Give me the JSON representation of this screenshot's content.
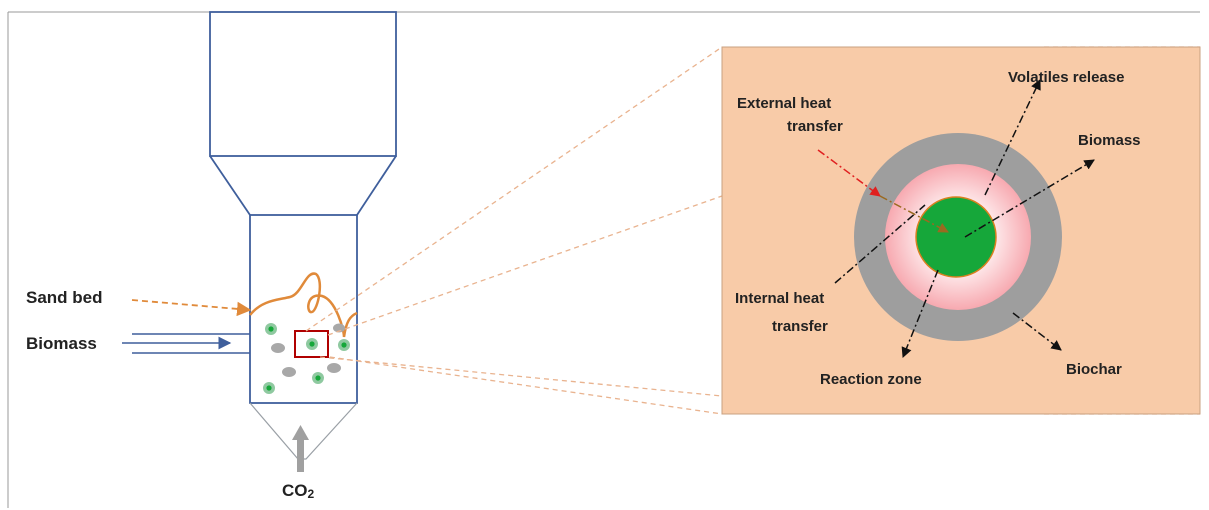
{
  "reactor": {
    "sand_bed": "Sand bed",
    "biomass_feed": "Biomass",
    "gas_inlet_main": "CO",
    "gas_inlet_sub": "2"
  },
  "particle_detail": {
    "external_heat_line1": "External heat",
    "external_heat_line2": "transfer",
    "volatiles": "Volatiles release",
    "biomass": "Biomass",
    "internal_heat_line1": "Internal heat",
    "internal_heat_line2": "transfer",
    "reaction_zone": "Reaction zone",
    "biochar": "Biochar"
  },
  "colors": {
    "reactor_outline": "#3f5f9c",
    "sand_curve": "#e08a3a",
    "panel_fill": "#f8cba8",
    "char_ring": "#9e9e9e",
    "reaction_zone": "#f7b1b6",
    "biomass_core": "#16a73a",
    "external_heat_arrow": "#e02020",
    "highlight_box": "#b00000"
  }
}
